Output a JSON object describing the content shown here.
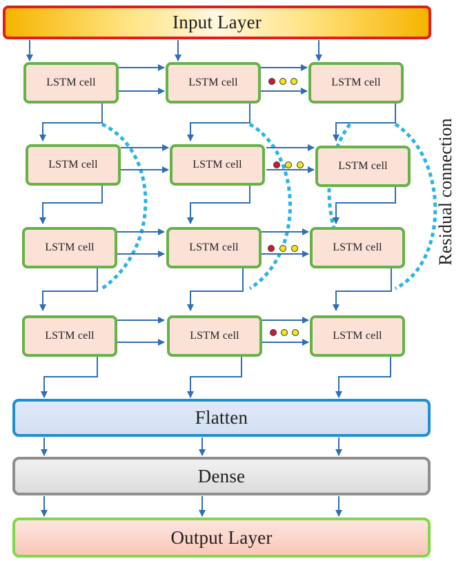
{
  "diagram": {
    "input_layer_label": "Input Layer",
    "cell_label": "LSTM cell",
    "residual_label": "Residual connection",
    "flatten_label": "Flatten",
    "dense_label": "Dense",
    "output_layer_label": "Output  Layer"
  },
  "colors": {
    "input_border": "#e31b1b",
    "input_fill": "#f6b400",
    "cell_border": "#66b247",
    "cell_fill": "#fbe1d6",
    "arrow": "#2f6db5",
    "residual_dots": "#28b4e4",
    "flatten_border": "#1f8fd1",
    "flatten_fill": "#dfeaf8",
    "dense_border": "#8e8e8e",
    "dense_fill": "#e6e6e6",
    "output_border": "#80d748",
    "output_fill": "#f9c8b7"
  }
}
